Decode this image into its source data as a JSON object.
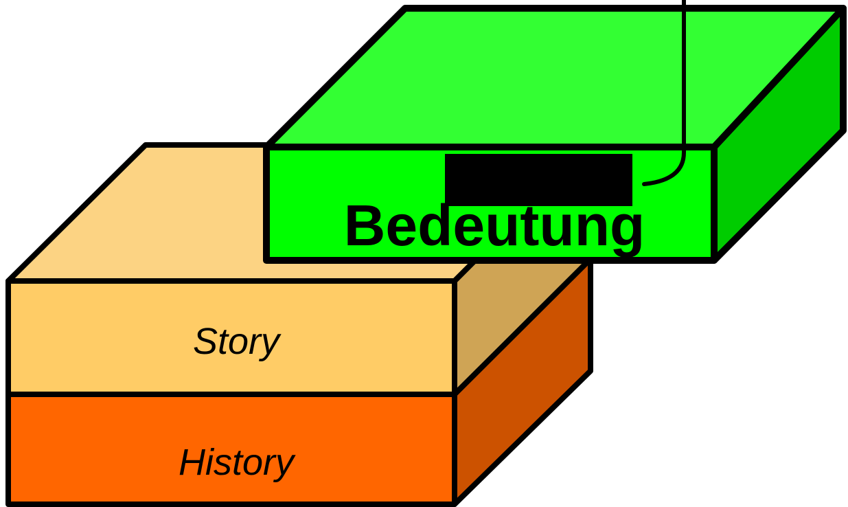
{
  "diagram": {
    "blocks": [
      {
        "id": "history",
        "label": "History",
        "colors": {
          "front": "#FF6600",
          "side": "#CC5200",
          "top": "#FFCC66"
        }
      },
      {
        "id": "story",
        "label": "Story",
        "colors": {
          "front": "#FFCC66",
          "side": "#CFA455",
          "top": "#FCD383"
        }
      },
      {
        "id": "bedeutung",
        "label": "Bedeutung",
        "colors": {
          "front": "#00FF00",
          "side": "#00CC00",
          "top": "#33FF33"
        }
      }
    ],
    "outline_color": "#000000"
  }
}
